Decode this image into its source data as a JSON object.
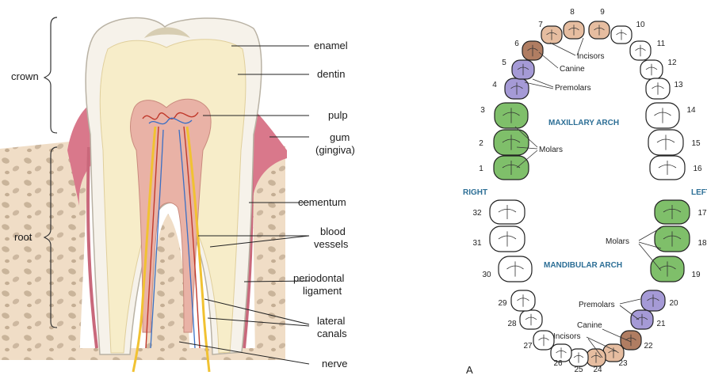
{
  "tooth_diagram": {
    "region_labels": {
      "crown": "crown",
      "root": "root"
    },
    "parts": {
      "enamel": "enamel",
      "dentin": "dentin",
      "pulp": "pulp",
      "gum_line1": "gum",
      "gum_line2": "(gingiva)",
      "cementum": "cementum",
      "blood_line1": "blood",
      "blood_line2": "vessels",
      "perio_line1": "periodontal",
      "perio_line2": "ligament",
      "lateral_line1": "lateral",
      "lateral_line2": "canals",
      "nerve": "nerve"
    },
    "colors": {
      "enamel": "#f6f2ea",
      "dentin": "#f7edc9",
      "pulp": "#e9b2a6",
      "gum": "#d9788b",
      "bone": "#f0ddc6",
      "nerve": "#f1c232",
      "vessel_red": "#c0392b",
      "vessel_blue": "#3a6fc4"
    }
  },
  "arch_chart": {
    "maxillary_title": "MAXILLARY ARCH",
    "mandibular_title": "MANDIBULAR ARCH",
    "side_right": "RIGHT",
    "side_left": "LEFT",
    "panel_letter": "A",
    "upper_groups": {
      "incisors": "Incisors",
      "canine": "Canine",
      "premolars": "Premolars",
      "molars": "Molars"
    },
    "lower_groups": {
      "molars": "Molars",
      "premolars": "Premolars",
      "canine": "Canine",
      "incisors": "Incisors"
    },
    "tooth_numbers": [
      "1",
      "2",
      "3",
      "4",
      "5",
      "6",
      "7",
      "8",
      "9",
      "10",
      "11",
      "12",
      "13",
      "14",
      "15",
      "16",
      "17",
      "18",
      "19",
      "20",
      "21",
      "22",
      "23",
      "24",
      "25",
      "26",
      "27",
      "28",
      "29",
      "30",
      "31",
      "32"
    ],
    "colors": {
      "molar": "#7fbf6a",
      "premolar": "#a59ad6",
      "canine": "#b07d62",
      "incisor": "#e6bda0",
      "title": "#2d6f96"
    }
  }
}
